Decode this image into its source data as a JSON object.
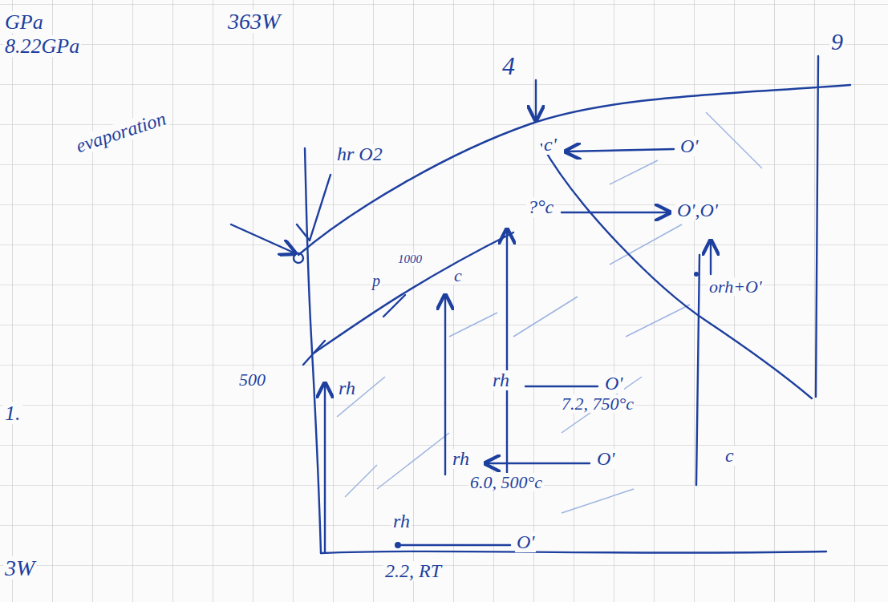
{
  "diagram": {
    "labels": [
      "GPa",
      "363W",
      "8.22GPa",
      "4",
      "9",
      "evaporation",
      "hr O2",
      "c'",
      "O'",
      "?°c",
      "O',O'",
      "p",
      "1000",
      "c",
      "orh+O'",
      "500",
      "rh",
      "rh",
      "O'",
      "7.2, 750°c",
      "c",
      "rh",
      "O'",
      "6.0, 500°c",
      "1.",
      "rh",
      "O'",
      "2.2, RT",
      "3W"
    ]
  }
}
